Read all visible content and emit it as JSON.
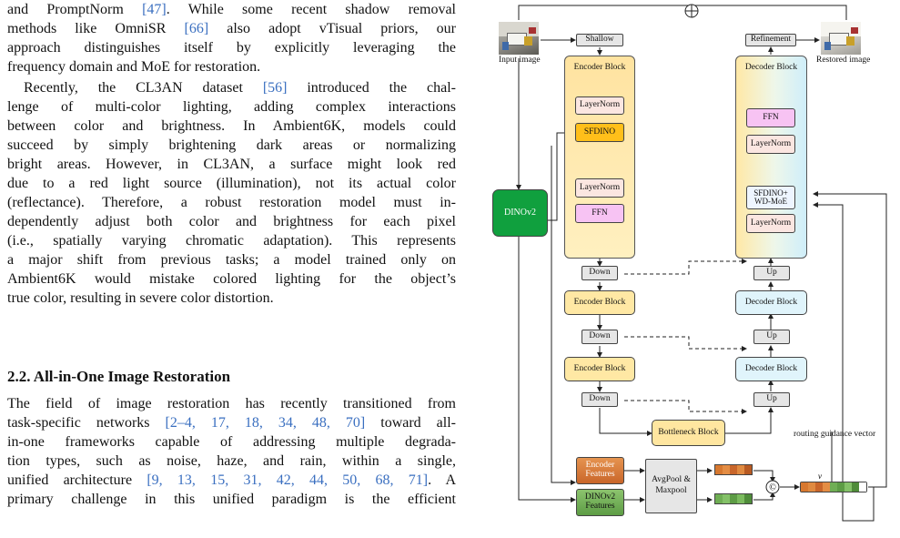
{
  "paper_text": {
    "lines": [
      [
        {
          "t": "and PromptNorm "
        },
        {
          "t": "[47]",
          "ref": true
        },
        {
          "t": ". While some recent shadow removal"
        }
      ],
      [
        {
          "t": "methods like OmniSR "
        },
        {
          "t": "[66]",
          "ref": true
        },
        {
          "t": " also adopt vTisual priors, our"
        }
      ],
      [
        {
          "t": "approach distinguishes itself by explicitly leveraging the"
        }
      ],
      [
        {
          "t": "frequency domain and MoE for restoration."
        }
      ],
      [
        {
          "t": "Recently, the CL3AN dataset "
        },
        {
          "t": "[56]",
          "ref": true
        },
        {
          "t": " introduced the chal-"
        }
      ],
      [
        {
          "t": "lenge of multi-color lighting, adding complex interactions"
        }
      ],
      [
        {
          "t": "between color and brightness. In Ambient6K, models could"
        }
      ],
      [
        {
          "t": "succeed by simply brightening dark areas or normalizing"
        }
      ],
      [
        {
          "t": "bright areas. However, in CL3AN, a surface might look red"
        }
      ],
      [
        {
          "t": "due to a red light source (illumination), not its actual color"
        }
      ],
      [
        {
          "t": "(reflectance). Therefore, a robust restoration model must in-"
        }
      ],
      [
        {
          "t": "dependently adjust both color and brightness for each pixel"
        }
      ],
      [
        {
          "t": "(i.e., spatially varying chromatic adaptation). This represents"
        }
      ],
      [
        {
          "t": "a major shift from previous tasks; a model trained only on"
        }
      ],
      [
        {
          "t": "Ambient6K would mistake colored lighting for the object’s"
        }
      ],
      [
        {
          "t": "true color, resulting in severe color distortion."
        }
      ],
      [
        {
          "t": "The field of image restoration has recently transitioned from"
        }
      ],
      [
        {
          "t": "task-specific networks "
        },
        {
          "t": "[2–4, 17, 18, 34, 48, 70]",
          "ref": true
        },
        {
          "t": " toward all-"
        }
      ],
      [
        {
          "t": "in-one frameworks capable of addressing multiple degrada-"
        }
      ],
      [
        {
          "t": "tion types, such as noise, haze, and rain, within a single,"
        }
      ],
      [
        {
          "t": "unified architecture "
        },
        {
          "t": "[9, 13, 15, 31, 42, 44, 50, 68, 71]",
          "ref": true
        },
        {
          "t": ".  A"
        }
      ],
      [
        {
          "t": "primary challenge in this unified paradigm is the efficient"
        }
      ]
    ],
    "section_heading": "2.2. All-in-One Image Restoration",
    "colors": {
      "reference": "#3a6fc0"
    }
  },
  "figure": {
    "input_image_label": "Input image",
    "restored_image_label": "Restored image",
    "shallow": "Shallow",
    "refinement": "Refinement",
    "encoder_block": "Encoder Block",
    "decoder_block": "Decoder Block",
    "layernorm": "LayerNorm",
    "sfdino": "SFDINO",
    "ffn": "FFN",
    "sfdino_moe": "SFDINO+ WD-MoE",
    "dinov2": "DINOv2",
    "down": "Down",
    "up": "Up",
    "bottleneck": "Bottleneck Block",
    "encoder_features": "Encoder Features",
    "dinov2_features": "DINOv2 Features",
    "avgpool": "AvgPool & Maxpool",
    "concat_symbol": "©",
    "routing_label": "routing guidance vector",
    "routing_symbol": "v",
    "colors": {
      "dinov2": "#10a03e",
      "sfdino": "#ffbf1a",
      "ffn": "#f7c3f3",
      "encoder_features": "#d7782f",
      "dinov2_features": "#6fae54"
    }
  }
}
